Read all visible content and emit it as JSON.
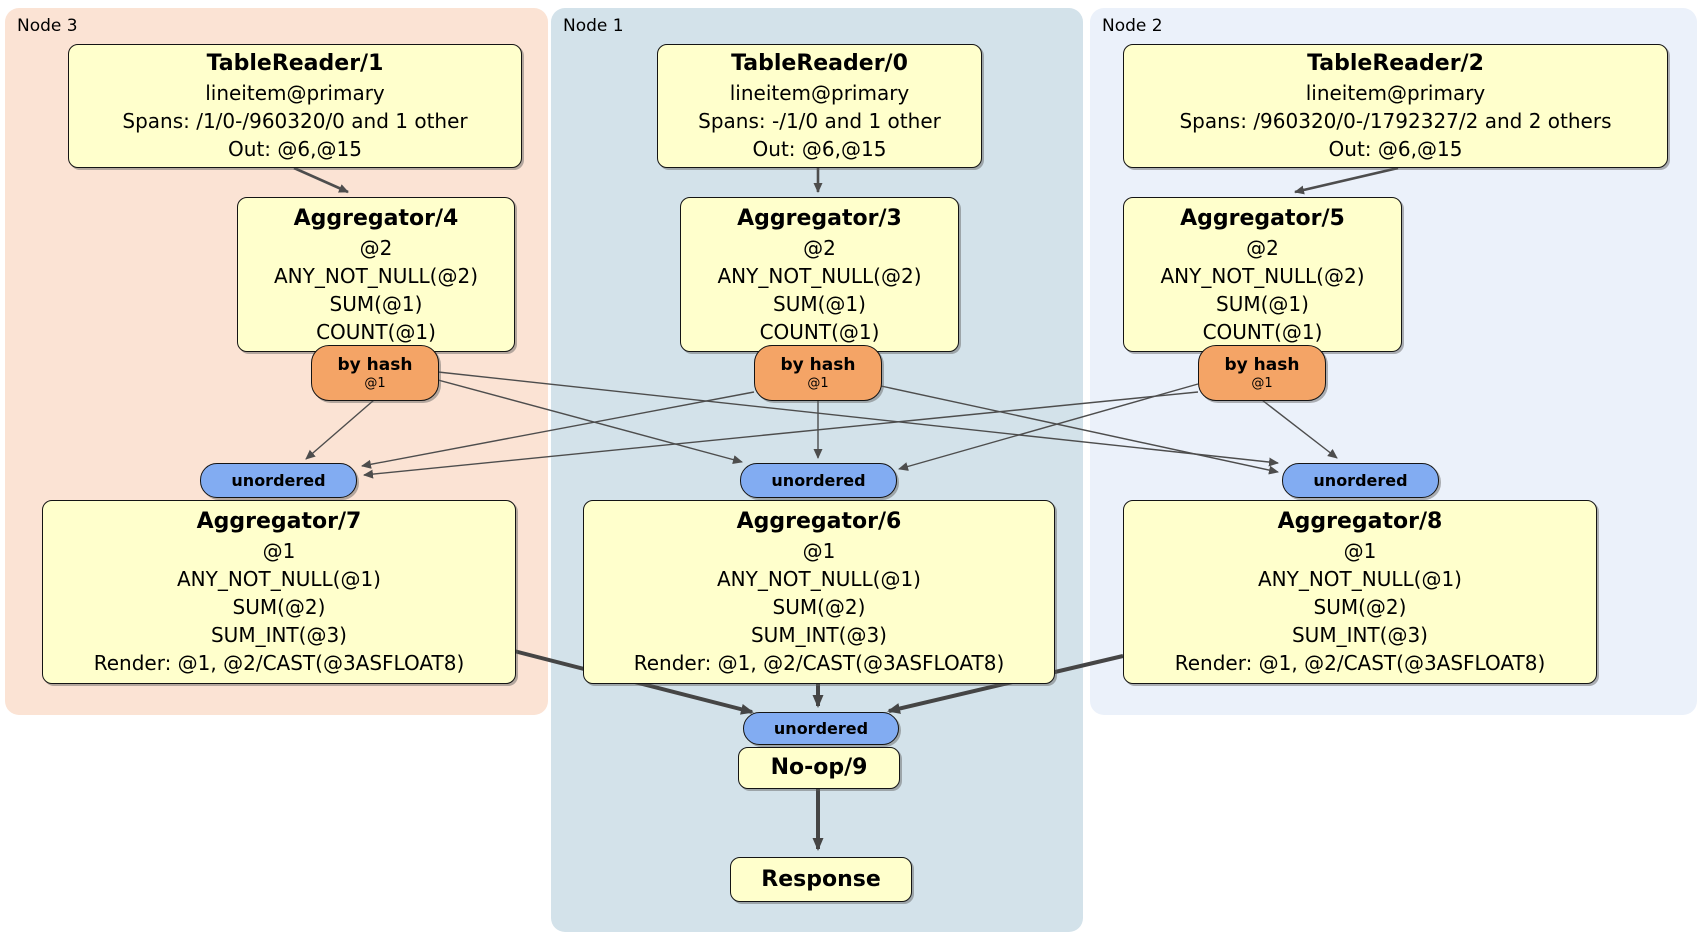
{
  "regions": {
    "node3": {
      "label": "Node 3"
    },
    "node1": {
      "label": "Node 1"
    },
    "node2": {
      "label": "Node 2"
    }
  },
  "processors": {
    "tr1": {
      "title": "TableReader/1",
      "lines": [
        "lineitem@primary",
        "Spans: /1/0-/960320/0 and 1 other",
        "Out: @6,@15"
      ]
    },
    "tr0": {
      "title": "TableReader/0",
      "lines": [
        "lineitem@primary",
        "Spans: -/1/0 and 1 other",
        "Out: @6,@15"
      ]
    },
    "tr2": {
      "title": "TableReader/2",
      "lines": [
        "lineitem@primary",
        "Spans: /960320/0-/1792327/2 and 2 others",
        "Out: @6,@15"
      ]
    },
    "agg4": {
      "title": "Aggregator/4",
      "lines": [
        "@2",
        "ANY_NOT_NULL(@2)",
        "SUM(@1)",
        "COUNT(@1)"
      ]
    },
    "agg3": {
      "title": "Aggregator/3",
      "lines": [
        "@2",
        "ANY_NOT_NULL(@2)",
        "SUM(@1)",
        "COUNT(@1)"
      ]
    },
    "agg5": {
      "title": "Aggregator/5",
      "lines": [
        "@2",
        "ANY_NOT_NULL(@2)",
        "SUM(@1)",
        "COUNT(@1)"
      ]
    },
    "agg7": {
      "title": "Aggregator/7",
      "lines": [
        "@1",
        "ANY_NOT_NULL(@1)",
        "SUM(@2)",
        "SUM_INT(@3)",
        "Render: @1, @2/CAST(@3ASFLOAT8)"
      ]
    },
    "agg6": {
      "title": "Aggregator/6",
      "lines": [
        "@1",
        "ANY_NOT_NULL(@1)",
        "SUM(@2)",
        "SUM_INT(@3)",
        "Render: @1, @2/CAST(@3ASFLOAT8)"
      ]
    },
    "agg8": {
      "title": "Aggregator/8",
      "lines": [
        "@1",
        "ANY_NOT_NULL(@1)",
        "SUM(@2)",
        "SUM_INT(@3)",
        "Render: @1, @2/CAST(@3ASFLOAT8)"
      ]
    },
    "noop": {
      "title": "No-op/9"
    },
    "response": {
      "title": "Response"
    }
  },
  "router": {
    "label": "by hash",
    "detail": "@1"
  },
  "sync": {
    "label": "unordered"
  },
  "colors": {
    "node3_region": "#fbe3d4",
    "node1_region": "#d3e2ea",
    "node2_region": "#ebf1fa",
    "processor_box": "#ffffcc",
    "router_box": "#f4a466",
    "sync_pill": "#82acf2",
    "edge": "#4d4d4d",
    "border": "#141414"
  }
}
